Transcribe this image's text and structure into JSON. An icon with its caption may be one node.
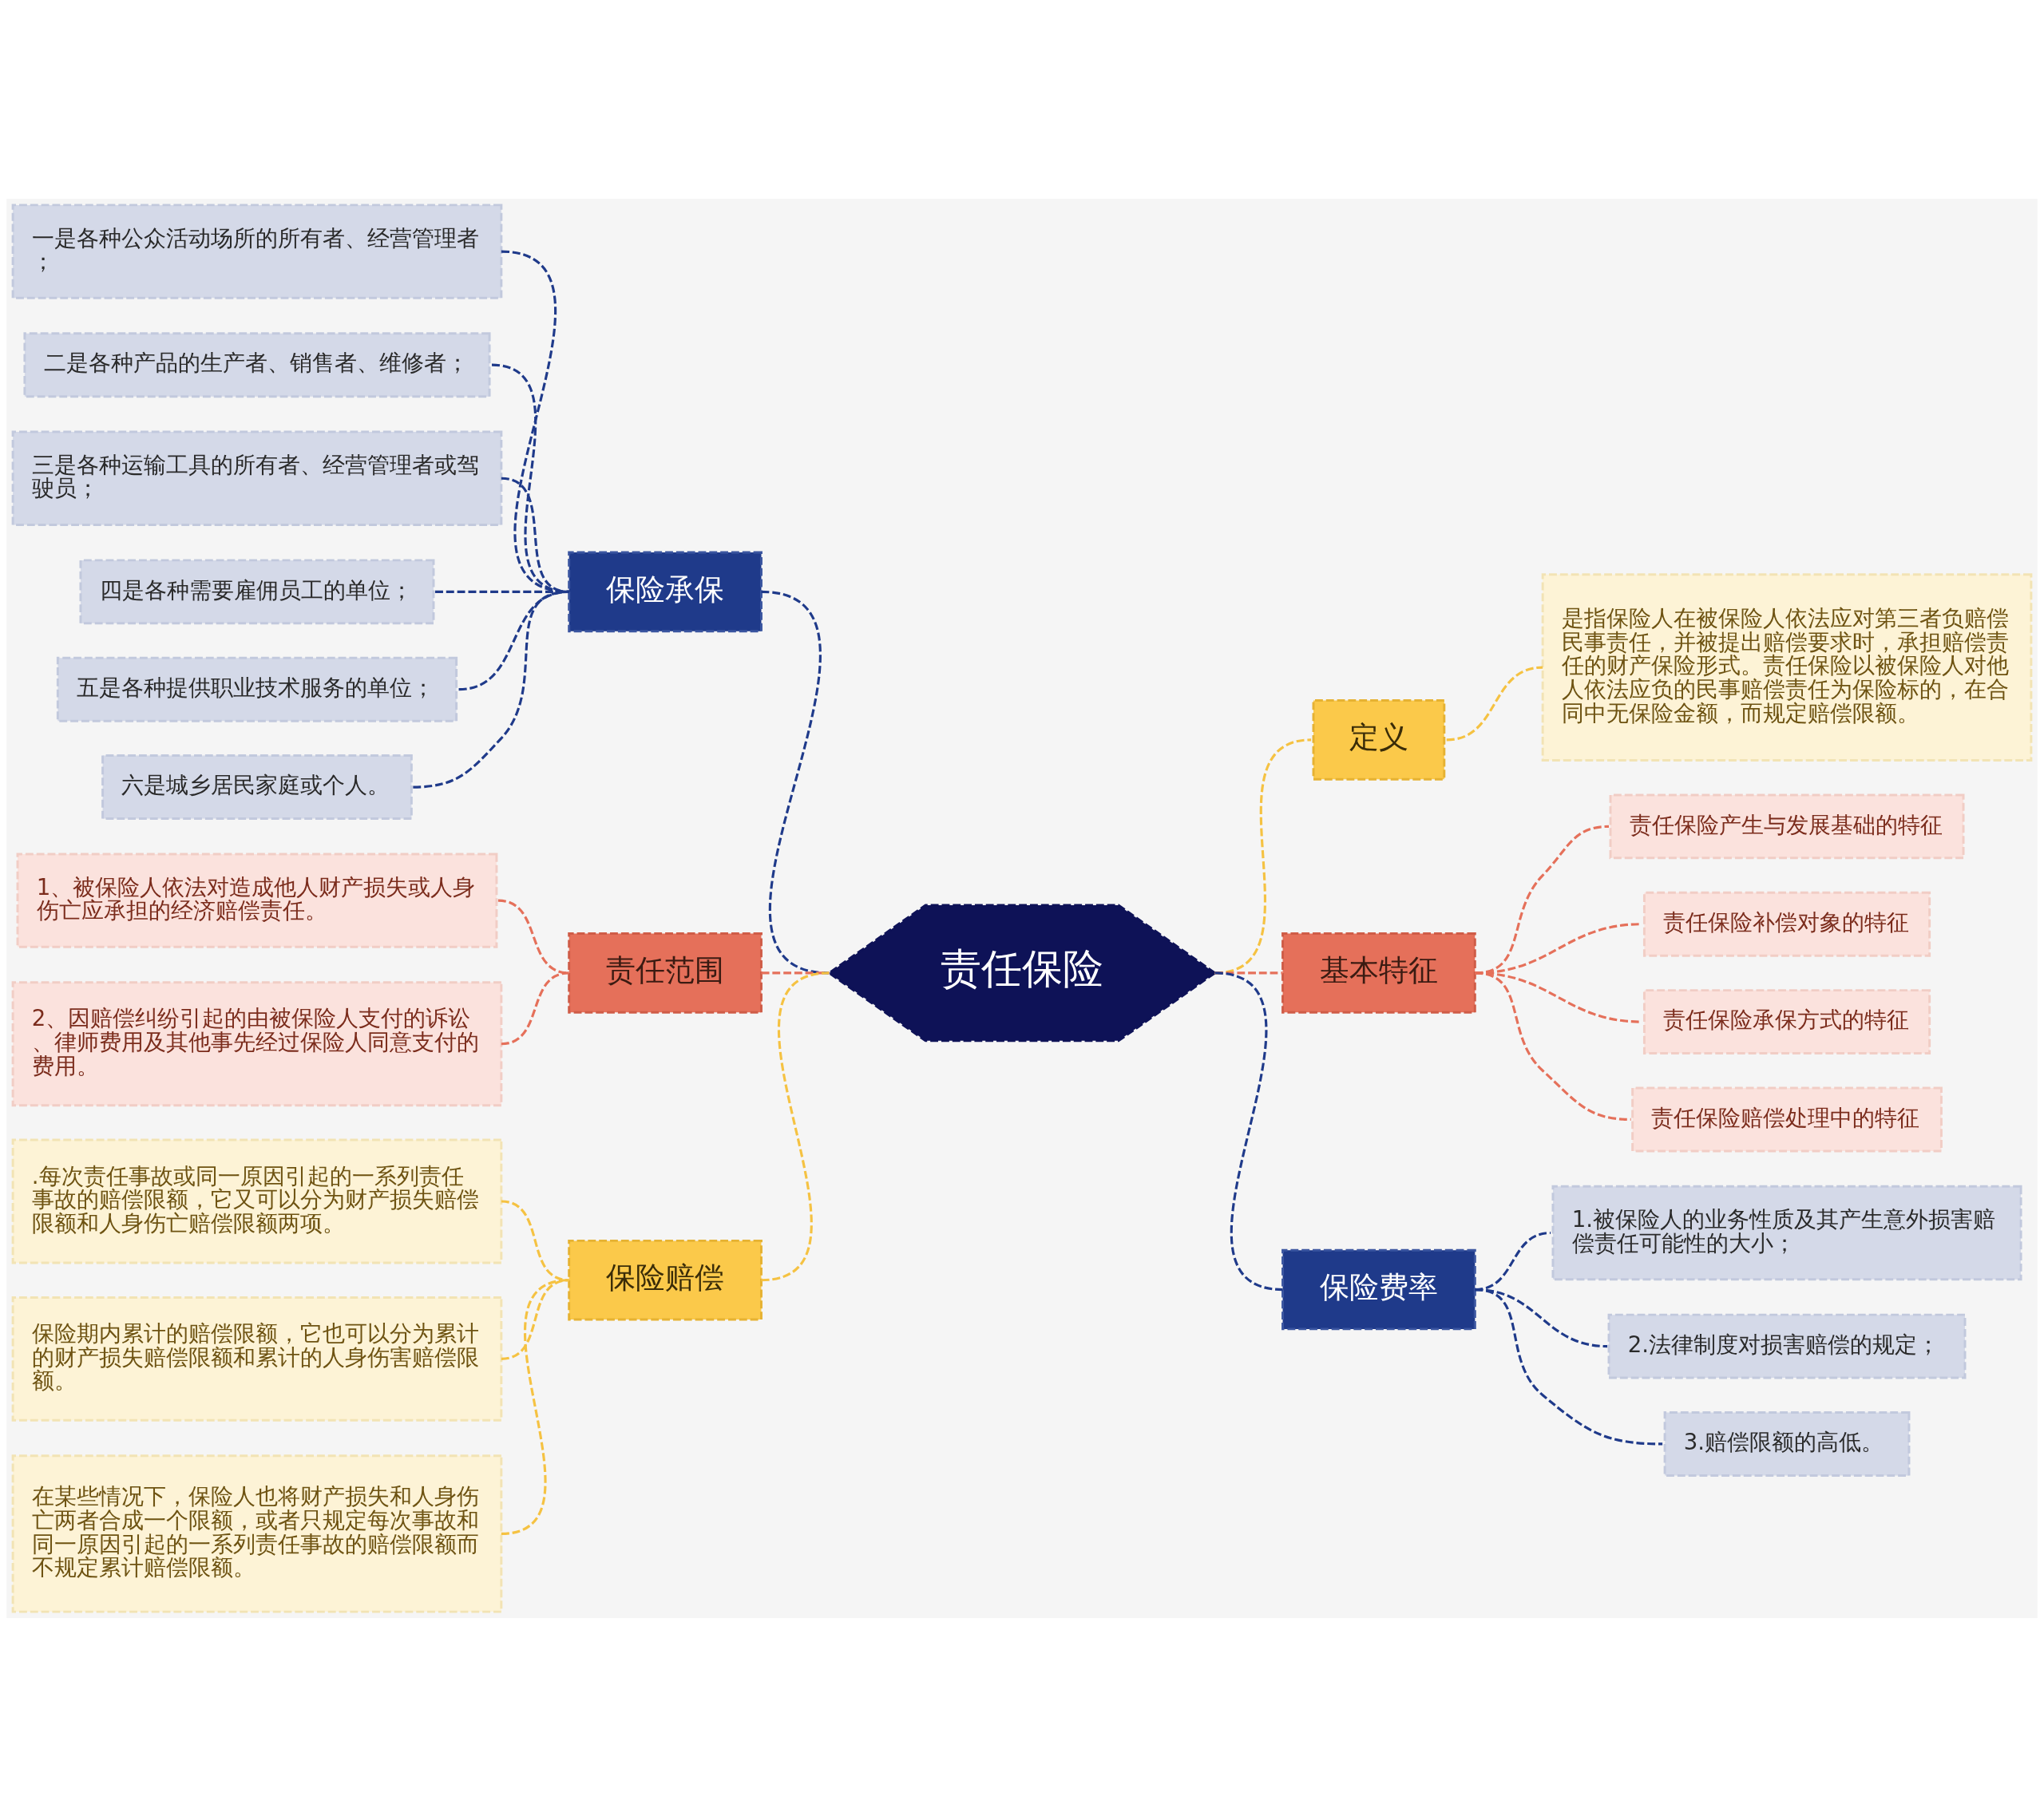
{
  "diagram": {
    "nodes": [
      {
        "text": [
          "责任保险"
        ]
      },
      {
        "text": [
          "保险承保"
        ]
      },
      {
        "text": [
          "一是各种公众活动场所的所有者、经营管理者；"
        ]
      },
      {
        "text": [
          "二是各种产品的生产者、销售者、维修者；"
        ]
      },
      {
        "text": [
          "三是各种运输工具的所有者、经营管理者或驾驶员；"
        ]
      },
      {
        "text": [
          "四是各种需要雇佣员工的单位；"
        ]
      },
      {
        "text": [
          "五是各种提供职业技术服务的单位；"
        ]
      },
      {
        "text": [
          "六是城乡居民家庭或个人。"
        ]
      },
      {
        "text": [
          "责任范围"
        ]
      },
      {
        "text": [
          "1、被保险人依法对造成他人财产损失或人身伤亡应承担的经济赔偿责任。"
        ]
      },
      {
        "text": [
          "2、因赔偿纠纷引起的由被保险人支付的诉讼、律师费用及其他事先经过保险人同意支付的费用。"
        ]
      },
      {
        "text": [
          "保险赔偿"
        ]
      },
      {
        "text": [
          ".每次责任事故或同一原因引起的一系列责任事故的赔偿限额，它又可以分为财产损失赔偿限额和人身伤亡赔偿限额两项。"
        ]
      },
      {
        "text": [
          "保险期内累计的赔偿限额，它也可以分为累计的财产损失赔偿限额和累计的人身伤害赔偿限额。"
        ]
      },
      {
        "text": [
          "在某些情况下，保险人也将财产损失和人身伤亡两者合成一个限额，或者只规定每次事故和同一原因引起的一系列责任事故的赔偿限额而不规定累计赔偿限额。"
        ]
      },
      {
        "text": [
          "定义"
        ]
      },
      {
        "text": [
          "是指保险人在被保险人依法应对第三者负赔偿民事责任，并被提出赔偿要求时，承担赔偿责任的财产保险形式。责任保险以被保险人对他人依法应负的民事赔偿责任为保险标的，在合同中无保险金额，而规定赔偿限额。"
        ]
      },
      {
        "text": [
          "基本特征"
        ]
      },
      {
        "text": [
          "责任保险产生与发展基础的特征"
        ]
      },
      {
        "text": [
          "责任保险补偿对象的特征"
        ]
      },
      {
        "text": [
          "责任保险承保方式的特征"
        ]
      },
      {
        "text": [
          "责任保险赔偿处理中的特征"
        ]
      },
      {
        "text": [
          "保险费率"
        ]
      },
      {
        "text": [
          "1.被保险人的业务性质及其产生意外损害赔偿责任可能性的大小；"
        ]
      },
      {
        "text": [
          "2.法律制度对损害赔偿的规定；"
        ]
      },
      {
        "text": [
          "3.赔偿限额的高低。"
        ]
      }
    ],
    "edges": [
      {
        "from": 0,
        "to": 1,
        "arrow": "none",
        "style": "dashed",
        "color": "#1f3a8a"
      },
      {
        "from": 1,
        "to": 2,
        "arrow": "none",
        "style": "dashed",
        "color": "#1f3a8a"
      },
      {
        "from": 1,
        "to": 3,
        "arrow": "none",
        "style": "dashed",
        "color": "#1f3a8a"
      },
      {
        "from": 1,
        "to": 4,
        "arrow": "none",
        "style": "dashed",
        "color": "#1f3a8a"
      },
      {
        "from": 1,
        "to": 5,
        "arrow": "none",
        "style": "dashed",
        "color": "#1f3a8a"
      },
      {
        "from": 1,
        "to": 6,
        "arrow": "none",
        "style": "dashed",
        "color": "#1f3a8a"
      },
      {
        "from": 1,
        "to": 7,
        "arrow": "none",
        "style": "dashed",
        "color": "#1f3a8a"
      },
      {
        "from": 0,
        "to": 8,
        "arrow": "none",
        "style": "dashed",
        "color": "#e5705a"
      },
      {
        "from": 8,
        "to": 9,
        "arrow": "none",
        "style": "dashed",
        "color": "#e5705a"
      },
      {
        "from": 8,
        "to": 10,
        "arrow": "none",
        "style": "dashed",
        "color": "#e5705a"
      },
      {
        "from": 0,
        "to": 11,
        "arrow": "none",
        "style": "dashed",
        "color": "#f5c242"
      },
      {
        "from": 11,
        "to": 12,
        "arrow": "none",
        "style": "dashed",
        "color": "#f5c242"
      },
      {
        "from": 11,
        "to": 13,
        "arrow": "none",
        "style": "dashed",
        "color": "#f5c242"
      },
      {
        "from": 11,
        "to": 14,
        "arrow": "none",
        "style": "dashed",
        "color": "#f5c242"
      },
      {
        "from": 0,
        "to": 15,
        "arrow": "none",
        "style": "dashed",
        "color": "#f5c242"
      },
      {
        "from": 15,
        "to": 16,
        "arrow": "none",
        "style": "dashed",
        "color": "#f5c242"
      },
      {
        "from": 0,
        "to": 17,
        "arrow": "none",
        "style": "dashed",
        "color": "#e5705a"
      },
      {
        "from": 17,
        "to": 18,
        "arrow": "none",
        "style": "dashed",
        "color": "#e5705a"
      },
      {
        "from": 17,
        "to": 19,
        "arrow": "none",
        "style": "dashed",
        "color": "#e5705a"
      },
      {
        "from": 17,
        "to": 20,
        "arrow": "none",
        "style": "dashed",
        "color": "#e5705a"
      },
      {
        "from": 17,
        "to": 21,
        "arrow": "none",
        "style": "dashed",
        "color": "#e5705a"
      },
      {
        "from": 0,
        "to": 22,
        "arrow": "none",
        "style": "dashed",
        "color": "#1f3a8a"
      },
      {
        "from": 22,
        "to": 23,
        "arrow": "none",
        "style": "dashed",
        "color": "#1f3a8a"
      },
      {
        "from": 22,
        "to": 24,
        "arrow": "none",
        "style": "dashed",
        "color": "#1f3a8a"
      },
      {
        "from": 22,
        "to": 25,
        "arrow": "none",
        "style": "dashed",
        "color": "#1f3a8a"
      }
    ]
  }
}
